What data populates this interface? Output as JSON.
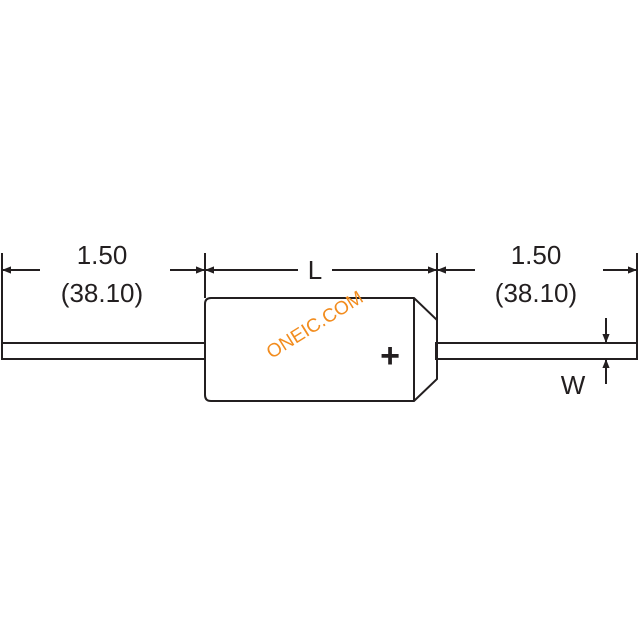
{
  "diagram": {
    "left_lead": {
      "inch": "1.50",
      "mm": "(38.10)"
    },
    "right_lead": {
      "inch": "1.50",
      "mm": "(38.10)"
    },
    "body_length_label": "L",
    "lead_width_label": "W",
    "polarity_mark": "+",
    "watermark": "ONEIC.COM"
  },
  "colors": {
    "line": "#231f20",
    "watermark": "#f28c1e",
    "background": "#ffffff"
  }
}
